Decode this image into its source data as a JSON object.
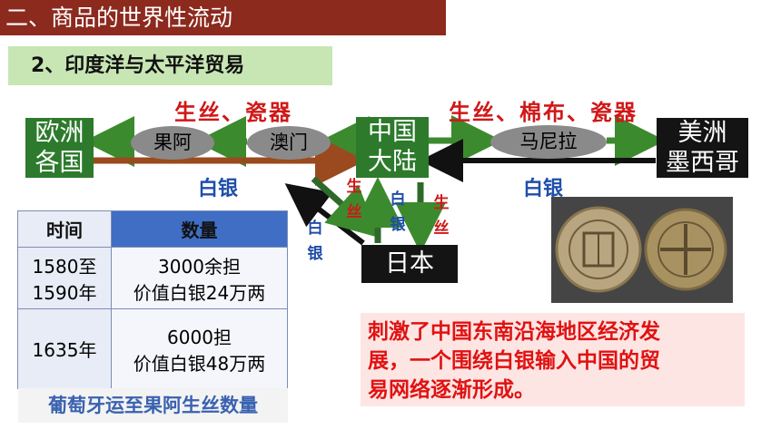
{
  "header": {
    "title": "二、商品的世界性流动"
  },
  "subtitle": {
    "text": "2、印度洋与太平洋贸易"
  },
  "diagram": {
    "node_europe": [
      "欧洲",
      "各国"
    ],
    "node_goa": "果阿",
    "node_macau": "澳门",
    "node_china": [
      "中国",
      "大陆"
    ],
    "node_manila": "马尼拉",
    "node_america": [
      "美洲",
      "墨西哥"
    ],
    "node_japan": "日本",
    "label_west_goods": "生丝、瓷器",
    "label_east_goods": "生丝、棉布、瓷器",
    "label_silver_left": "白银",
    "label_silver_right": "白银",
    "label_silk_diag": [
      "生",
      "丝"
    ],
    "label_silver_up": [
      "白",
      "银"
    ],
    "label_silk_down": [
      "生",
      "丝"
    ],
    "label_silver_diag": [
      "白",
      "银"
    ]
  },
  "table": {
    "headers": [
      "时间",
      "数量"
    ],
    "rows": [
      {
        "time": [
          "1580至",
          "1590年"
        ],
        "quantity": [
          "3000余担",
          "价值白银24万两"
        ]
      },
      {
        "time": [
          "1635年"
        ],
        "quantity": [
          "6000担",
          "价值白银48万两"
        ]
      }
    ],
    "caption": "葡萄牙运至果阿生丝数量"
  },
  "note": {
    "lines": [
      "刺激了中国东南沿海地区经济发",
      "展，一个围绕白银输入中国的贸",
      "易网络逐渐形成。"
    ]
  },
  "colors": {
    "header_bg": "#8c2a1e",
    "goods_arrow": "#3c8a2e",
    "silver_arrow": "#9a4a1e",
    "label_red": "#d01818",
    "label_blue": "#1f4ea8"
  }
}
